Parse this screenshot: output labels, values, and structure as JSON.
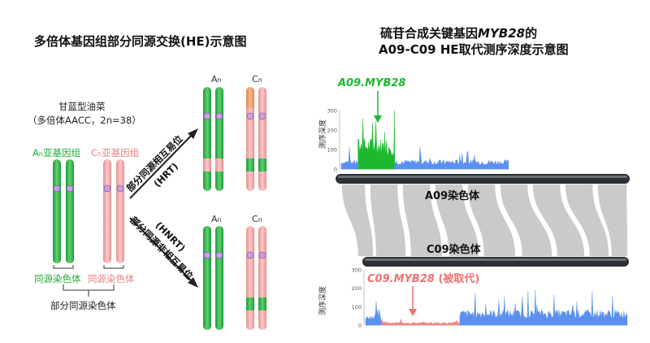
{
  "left": {
    "title": "多倍体基因组部分同源交换(HE)示意图",
    "species_name": "甘蓝型油菜",
    "species_desc": "（多倍体AACC，2n=38）",
    "an_label_main": "A",
    "an_label_sub": "n",
    "an_label_tail": "亚基因组",
    "cn_label_main": "C",
    "cn_label_sub": "n",
    "cn_label_tail": "亚基因组",
    "homolog_green": "同源染色体",
    "homolog_pink": "同源染色体",
    "homeolog": "部分同源染色体",
    "hrt_cn": "部分同源相互易位",
    "hrt_en": "(HRT)",
    "hnrt_cn": "部分同源非相互易位",
    "hnrt_en": "(HNRT)",
    "top_an": "A",
    "top_an_sub": "n",
    "top_cn": "C",
    "top_cn_sub": "n",
    "bot_an": "A",
    "bot_an_sub": "n",
    "bot_cn": "C",
    "bot_cn_sub": "n",
    "colors": {
      "green": "#2db84a",
      "pink": "#f5a8a8",
      "orange": "#f0a070",
      "centromere": "#c9a0e0"
    }
  },
  "right": {
    "title_line1_pre": "硫苷合成关键基因",
    "title_line1_gene": "MYB28",
    "title_line1_post": "的",
    "title_line2": "A09-C09 HE取代测序深度示意图",
    "a09_gene": "A09.MYB28",
    "c09_gene": "C09.MYB28",
    "c09_note": " (被取代)",
    "a09_chrom": "A09染色体",
    "c09_chrom": "C09染色体",
    "ylabel": "测序深度",
    "colors": {
      "blue": "#5b8ff0",
      "green": "#1db830",
      "red": "#f08585"
    }
  },
  "chart_data": [
    {
      "type": "area",
      "name": "A09 sequencing depth",
      "ylabel": "测序深度",
      "yticks": [
        0,
        100,
        200,
        300
      ],
      "ylim": [
        0,
        300
      ],
      "segments": [
        {
          "x": [
            0,
            0.1
          ],
          "mean_depth": 35,
          "color": "blue"
        },
        {
          "x": [
            0.1,
            0.32
          ],
          "mean_depth": 115,
          "color": "green"
        },
        {
          "x": [
            0.32,
            1.0
          ],
          "mean_depth": 35,
          "color": "blue"
        }
      ]
    },
    {
      "type": "area",
      "name": "C09 sequencing depth",
      "ylabel": "测序深度",
      "yticks": [
        0,
        100,
        200,
        300
      ],
      "ylim": [
        0,
        300
      ],
      "segments": [
        {
          "x": [
            0,
            0.06
          ],
          "mean_depth": 45,
          "color": "blue"
        },
        {
          "x": [
            0.06,
            0.36
          ],
          "mean_depth": 12,
          "color": "red"
        },
        {
          "x": [
            0.36,
            1.0
          ],
          "mean_depth": 60,
          "color": "blue"
        }
      ]
    }
  ]
}
